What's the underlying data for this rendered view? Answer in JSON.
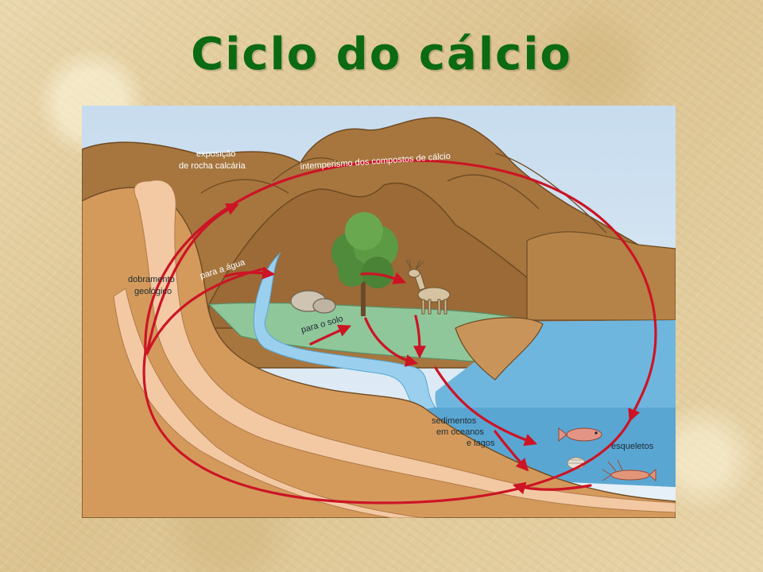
{
  "slide": {
    "title": "Ciclo do cálcio"
  },
  "diagram": {
    "labels": {
      "exposure_line1": "exposição",
      "exposure_line2": "de rocha calcária",
      "weathering": "intemperismo dos compostos de cálcio",
      "folding_line1": "dobramento",
      "folding_line2": "geológico",
      "to_water": "para a água",
      "to_soil": "para o solo",
      "sediments_line1": "sedimentos",
      "sediments_line2": "em oceanos",
      "sediments_line3": "e lagos",
      "skeletons": "esqueletos"
    },
    "icons": [
      "tree-icon",
      "deer-icon",
      "fish-icon",
      "shrimp-icon",
      "shell-icon",
      "rock-icon"
    ],
    "colors": {
      "title": "#0b6a12",
      "cycle_arrows": "#cc1425",
      "mountains": "#a6753e",
      "water": "#6fb6df",
      "grass": "#8fc79a",
      "limestone_layer": "#f3c9a3",
      "sky": "#d8e8f4"
    }
  }
}
